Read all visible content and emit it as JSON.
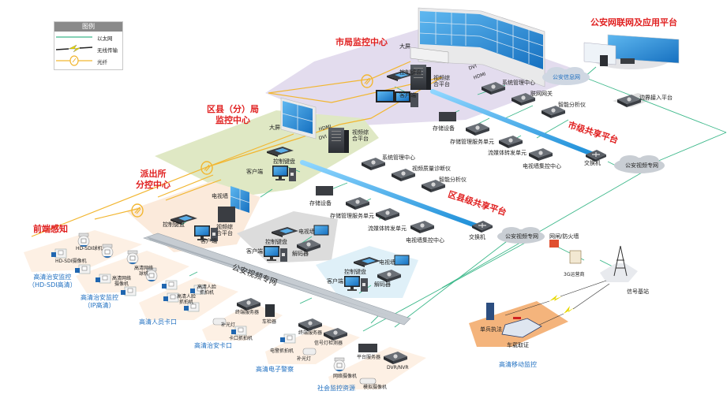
{
  "legend": {
    "title": "图例",
    "items": [
      {
        "label": "以太网",
        "type": "ethernet",
        "color": "#3cb88a"
      },
      {
        "label": "无线传输",
        "type": "wireless",
        "color": "#e8d800"
      },
      {
        "label": "光纤",
        "type": "fiber",
        "color": "#f2b630"
      }
    ]
  },
  "colors": {
    "title_red": "#e02020",
    "title_blue": "#1f6fc0",
    "ethernet": "#3cb88a",
    "fiber": "#f2b630",
    "bus": "#35a8e8",
    "city_zone": "#e3dcee",
    "district_zone": "#dfe8c4",
    "station_zone": "#fbeadb",
    "frontend_zone": "#fdf0e4",
    "mobile_zone": "#f4b47c",
    "gray_zone": "#dcdcdc",
    "blue_zone": "#dff0f8"
  },
  "titles": {
    "city_center": "市局监控中心",
    "police_platform": "公安网联网及应用平台",
    "city_share": "市级共享平台",
    "district_center_l1": "区县（分）局",
    "district_center_l2": "监控中心",
    "district_share": "区县级共享平台",
    "station_l1": "派出所",
    "station_l2": "分控中心",
    "frontend": "前端感知",
    "video_net": "公安视频专网"
  },
  "city_center": {
    "screen": "大屏",
    "keyboard": "控制键盘",
    "platform_l1": "视频综",
    "platform_l2": "合平台",
    "client": "客户端",
    "dvi": "DVI",
    "hdmi": "HDMI"
  },
  "police_platform": {
    "info_net": "公安信息网",
    "border_access": "边界接入平台"
  },
  "city_share": {
    "devices": [
      "系统管理中心",
      "联网网关",
      "智能分析仪",
      "存储设备",
      "存储管理服务单元",
      "流媒体转发单元",
      "电视墙集控中心",
      "交换机"
    ],
    "cloud": "公安视频专网"
  },
  "district_center": {
    "screen": "大屏",
    "hdmi": "HDMI",
    "dvi": "DVI",
    "platform_l1": "视频综",
    "platform_l2": "合平台",
    "keyboard": "控制键盘",
    "client": "客户端"
  },
  "district_share": {
    "devices": [
      "系统管理中心",
      "视频质量诊断仪",
      "智能分析仪",
      "存储设备",
      "存储管理服务单元",
      "流媒体转发单元",
      "电视墙集控中心",
      "交换机"
    ],
    "cloud": "公安视频专网"
  },
  "station": {
    "tv_wall": "电视墙",
    "keyboard": "控制键盘",
    "platform_l1": "视频综",
    "platform_l2": "合平台",
    "client": "客户端"
  },
  "gray_box": {
    "keyboard": "控制键盘",
    "tv_wall": "电视墙",
    "client": "客户端",
    "decoder": "解码器"
  },
  "blue_box": {
    "keyboard": "控制键盘",
    "tv_wall": "电视墙",
    "client": "客户端",
    "decoder": "解码器"
  },
  "frontend": {
    "hdsdi_group": {
      "title_l1": "高清治安监控",
      "title_l2": "（HD-SDI高清）",
      "dome": "HD-SDI球机",
      "camera": "HD-SDI摄像机"
    },
    "ip_group": {
      "title_l1": "高清治安监控",
      "title_l2": "（IP高清）",
      "dome_l1": "高清网络",
      "dome_l2": "球机",
      "camera_l1": "高清网络",
      "camera_l2": "摄像机"
    },
    "face_group": {
      "title": "高清人员卡口",
      "cam_a_l1": "高清人脸",
      "cam_a_l2": "抓拍机",
      "cam_b_l1": "高清人脸",
      "cam_b_l2": "抓拍机"
    },
    "checkpoint_group": {
      "title": "高清治安卡口",
      "server": "终端服务器",
      "detector": "车检器",
      "light": "补光灯",
      "capture": "卡口抓拍机"
    },
    "epolice_group": {
      "title": "高清电子警察",
      "server": "终端服务器",
      "signal": "信号灯检测器",
      "capture": "电警抓拍机",
      "light": "补光灯"
    },
    "social_group": {
      "title": "社会监控资源",
      "server": "平台服务器",
      "dvr": "DVR/NVR",
      "netcam": "网络摄像机",
      "analog": "模拟摄像机"
    }
  },
  "mobile": {
    "gateway": "网闸/防火墙",
    "operator": "3G运营商",
    "base_station": "信号基站",
    "soldier": "单兵执法",
    "vehicle": "车载取证",
    "title": "高清移动监控"
  }
}
